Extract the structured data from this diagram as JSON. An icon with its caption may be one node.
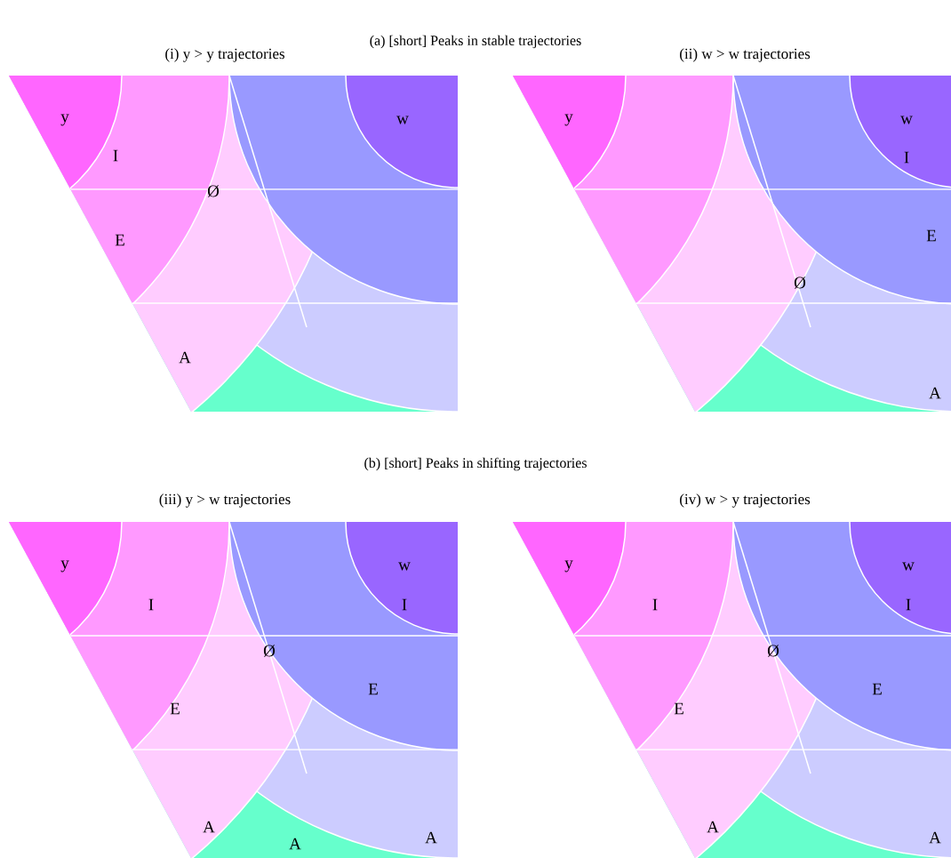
{
  "diagram": {
    "labels": [
      "(a) [short] Peaks in stable trajectories",
      "(i) y > y   trajectories",
      "(ii) w > w   trajectories",
      "y",
      "w",
      "I",
      "Ø",
      "E",
      "A",
      "y",
      "w",
      "I",
      "E",
      "Ø",
      "A",
      "(b) [short] Peaks in shifting trajectories",
      "(iii) y > w   trajectories",
      "(iv) w > y   trajectories",
      "y",
      "w",
      "I",
      "I",
      "Ø",
      "E",
      "E",
      "A",
      "A",
      "A",
      "y",
      "w",
      "I",
      "I",
      "Ø",
      "E",
      "E",
      "A",
      "A"
    ]
  }
}
